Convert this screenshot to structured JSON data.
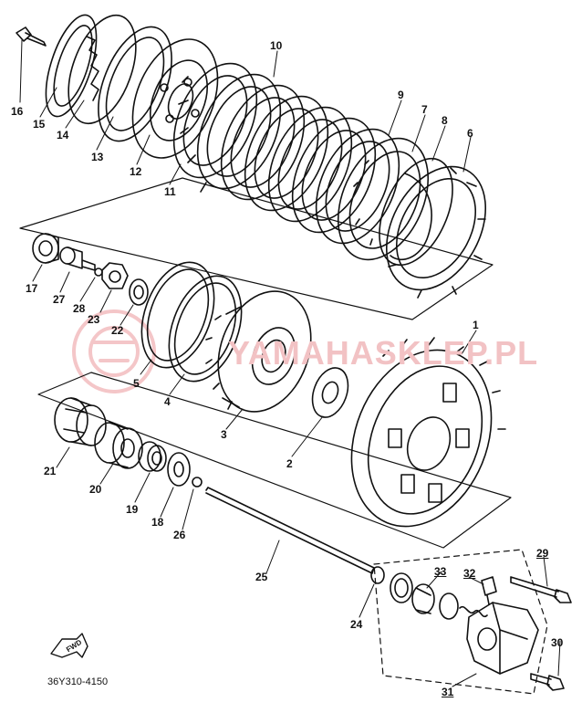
{
  "watermark": {
    "text": "YAMAHASKLEP.PL",
    "color": "#f2c2c4"
  },
  "reference_code": "36Y310-4150",
  "direction_arrow": {
    "label": "FWD"
  },
  "callouts": {
    "p1": "1",
    "p2": "2",
    "p3": "3",
    "p4": "4",
    "p5": "5",
    "p6": "6",
    "p7": "7",
    "p8": "8",
    "p9": "9",
    "p10": "10",
    "p11": "11",
    "p12": "12",
    "p13": "13",
    "p14": "14",
    "p15": "15",
    "p16": "16",
    "p17": "17",
    "p18": "18",
    "p19": "19",
    "p20": "20",
    "p21": "21",
    "p22": "22",
    "p23": "23",
    "p24": "24",
    "p25": "25",
    "p26": "26",
    "p27": "27",
    "p28": "28",
    "p29": "29",
    "p30": "30",
    "p31": "31",
    "p32": "32",
    "p33": "33"
  }
}
